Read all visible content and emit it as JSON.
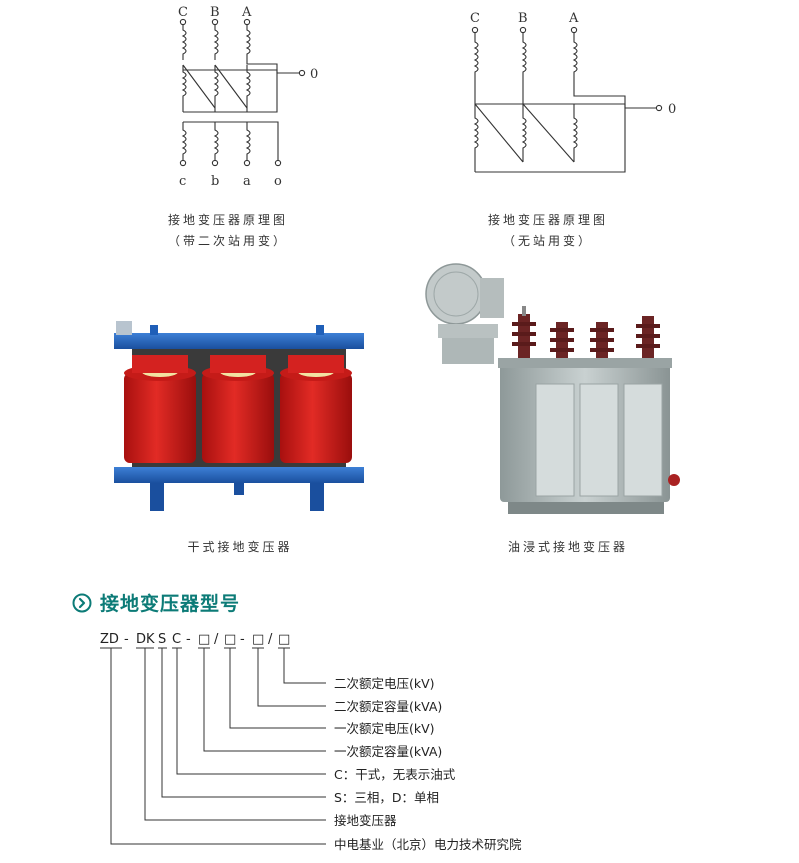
{
  "diagram_left": {
    "terminals_top": [
      "C",
      "B",
      "A"
    ],
    "neutral": "0",
    "terminals_bottom": [
      "c",
      "b",
      "a",
      "o"
    ],
    "caption_line1": "接地变压器原理图",
    "caption_line2": "（带二次站用变）"
  },
  "diagram_right": {
    "terminals_top": [
      "C",
      "B",
      "A"
    ],
    "neutral": "0",
    "caption_line1": "接地变压器原理图",
    "caption_line2": "（无站用变）"
  },
  "photo_left": {
    "caption": "干式接地变压器"
  },
  "photo_right": {
    "caption": "油浸式接地变压器"
  },
  "section": {
    "title": "接地变压器型号"
  },
  "model_code": {
    "parts": [
      "ZD",
      "-",
      "DK",
      "S",
      "C",
      "-",
      "□",
      "/",
      "□",
      "-",
      "□",
      "/",
      "□"
    ],
    "descriptions": [
      "二次额定电压(kV)",
      "二次额定容量(kVA)",
      "一次额定电压(kV)",
      "一次额定容量(kVA)",
      "C：干式，无表示油式",
      "S：三相，D：单相",
      "接地变压器",
      "中电基业（北京）电力技术研究院"
    ]
  },
  "colors": {
    "accent": "#0c7b77",
    "frame_blue": "#1f5fb8",
    "coil_red": "#d81d1d",
    "oil_tank_gray": "#aeb8b8"
  }
}
